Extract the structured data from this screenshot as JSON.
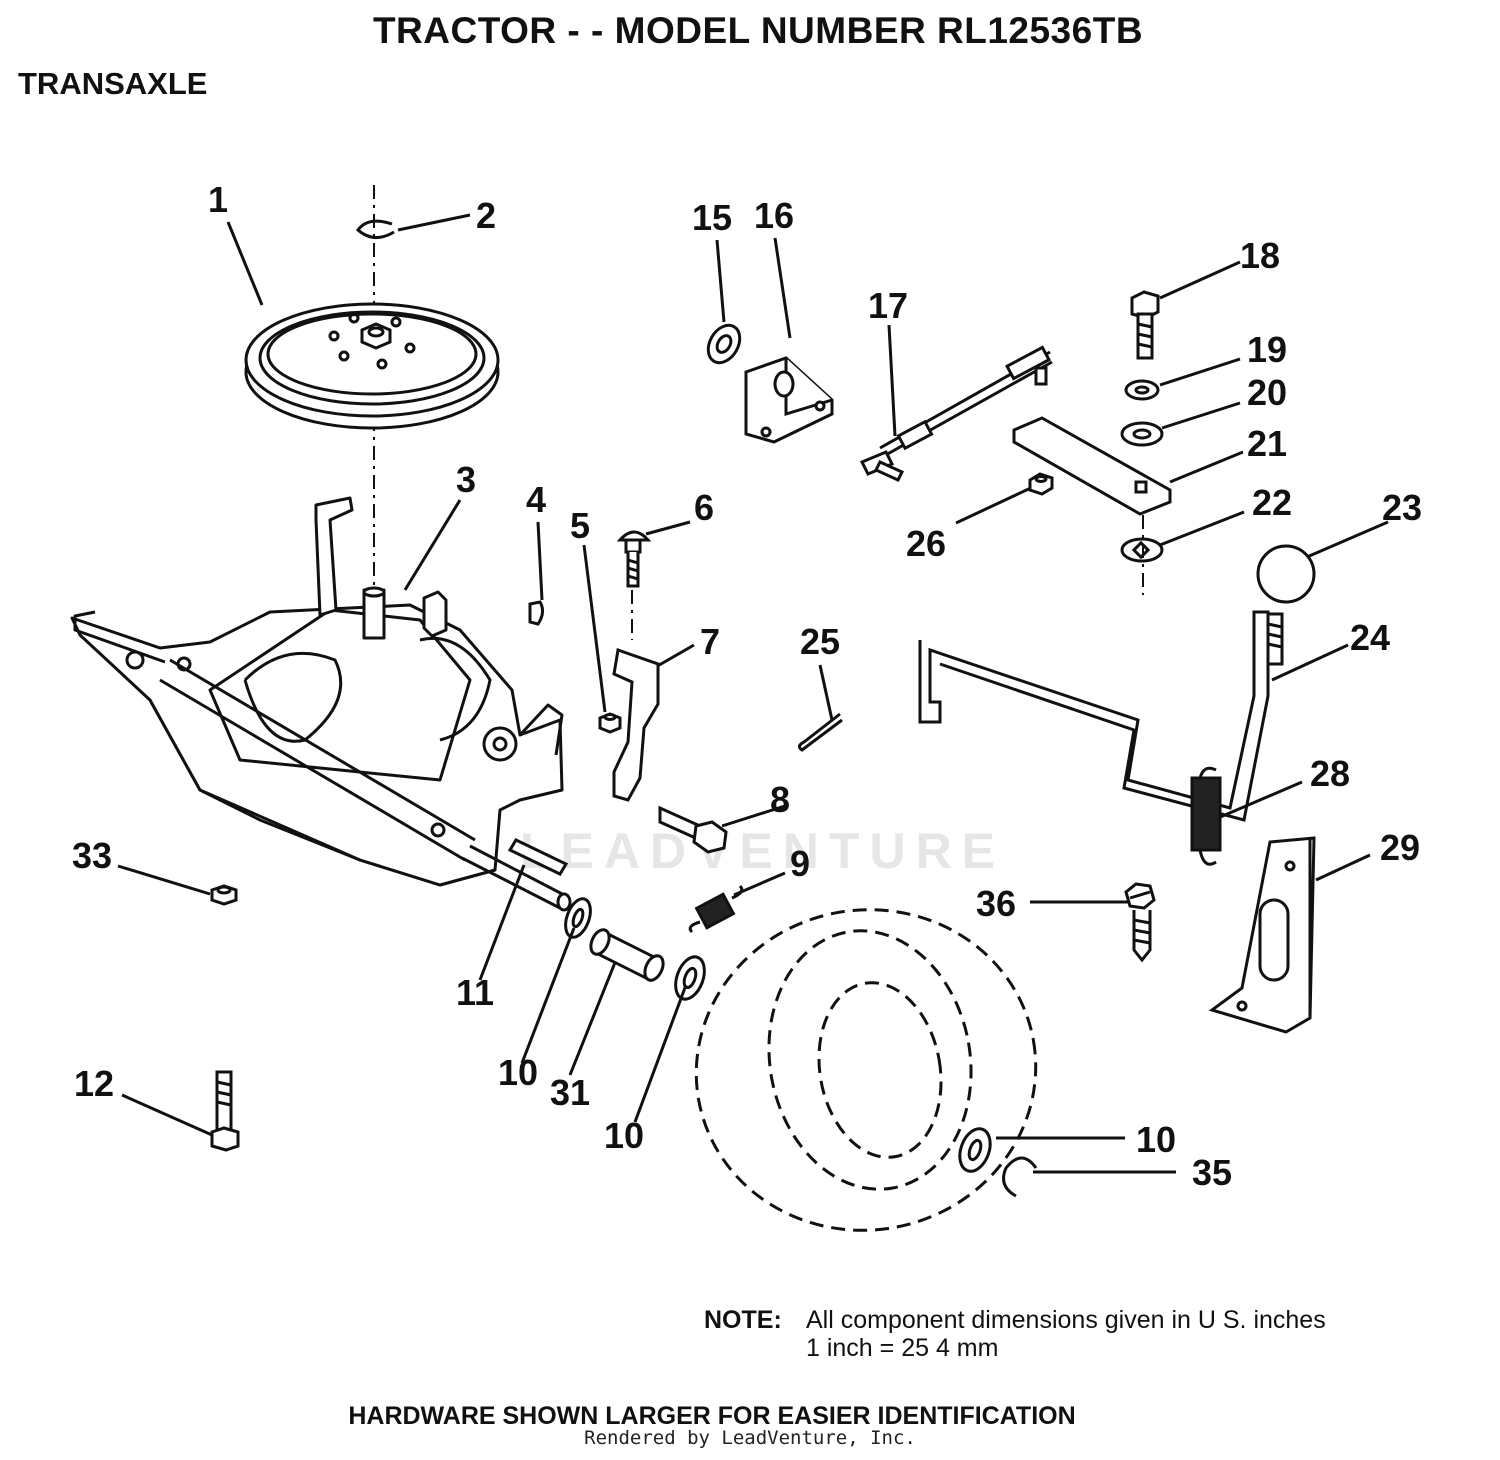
{
  "header": {
    "title": "TRACTOR - - MODEL NUMBER RL12536TB",
    "section": "TRANSAXLE"
  },
  "callouts": [
    "1",
    "2",
    "3",
    "4",
    "5",
    "6",
    "7",
    "8",
    "9",
    "10",
    "10",
    "10",
    "11",
    "12",
    "15",
    "16",
    "17",
    "18",
    "19",
    "20",
    "21",
    "22",
    "23",
    "24",
    "25",
    "26",
    "28",
    "29",
    "31",
    "33",
    "35",
    "36"
  ],
  "note": {
    "label": "NOTE:",
    "line1": "All component dimensions given in U S. inches",
    "line2": "1 inch = 25 4 mm"
  },
  "footer": {
    "hardware": "HARDWARE SHOWN LARGER FOR EASIER IDENTIFICATION",
    "rendered_by": "Rendered by LeadVenture, Inc."
  },
  "watermark": "LEADVENTURE"
}
